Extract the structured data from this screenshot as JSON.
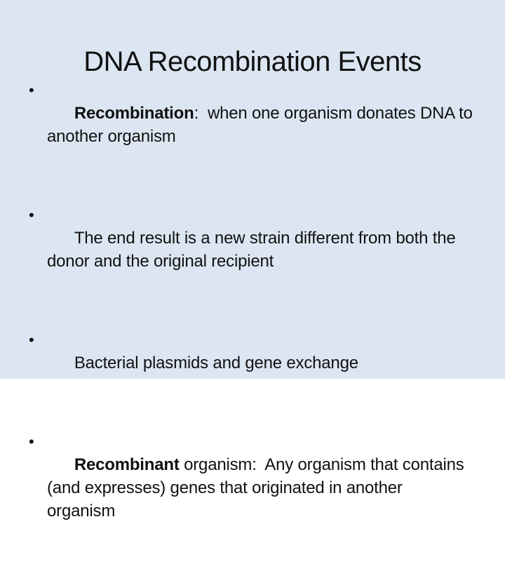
{
  "slide": {
    "title": "DNA Recombination Events",
    "background_color": "#dce6f2",
    "text_color": "#111111",
    "bullet_glyph": "•",
    "bullets": [
      {
        "bold": "Recombination",
        "rest": ":  when one organism donates DNA to\nanother organism"
      },
      {
        "bold": "",
        "rest": "The end result is a new strain different from both the\ndonor and the original recipient"
      },
      {
        "bold": "",
        "rest": "Bacterial plasmids and gene exchange"
      },
      {
        "bold": "Recombinant",
        "rest": " organism:  Any organism that contains\n(and expresses) genes that originated in another\norganism"
      }
    ]
  }
}
